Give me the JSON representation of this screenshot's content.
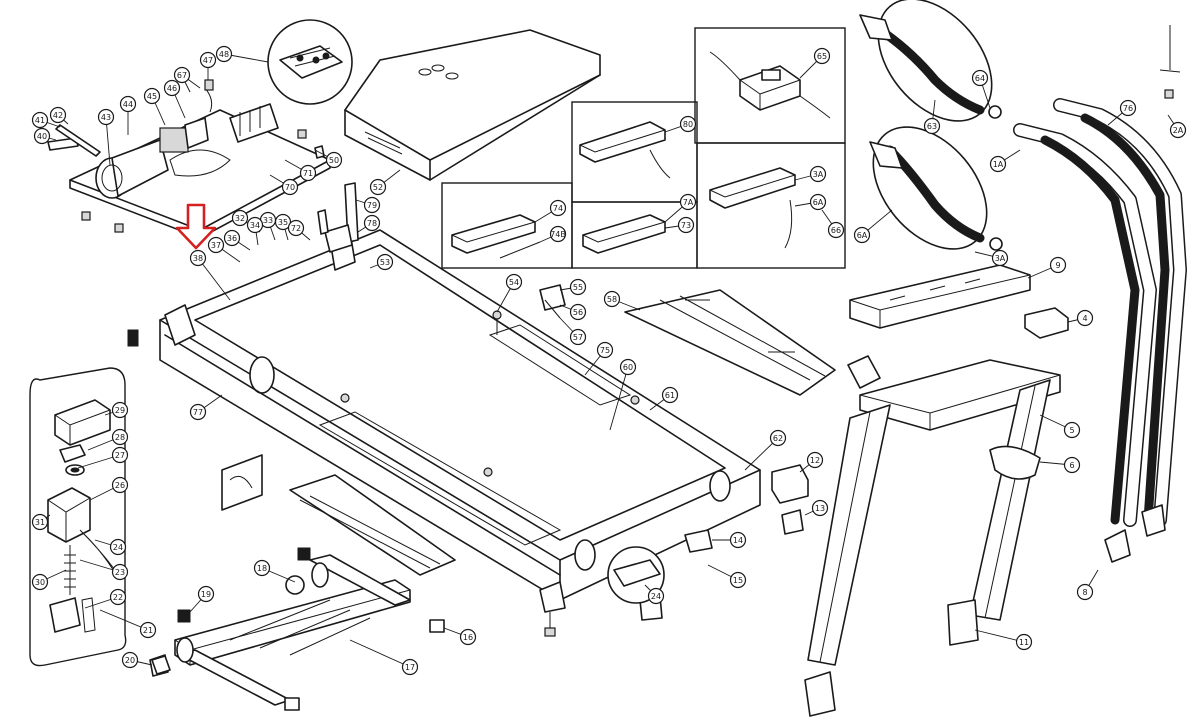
{
  "callouts": [
    {
      "label": "1A"
    },
    {
      "label": "2A"
    },
    {
      "label": "3A"
    },
    {
      "label": "4"
    },
    {
      "label": "5"
    },
    {
      "label": "6"
    },
    {
      "label": "8"
    },
    {
      "label": "9"
    },
    {
      "label": "11"
    },
    {
      "label": "12"
    },
    {
      "label": "13"
    },
    {
      "label": "14"
    },
    {
      "label": "15"
    },
    {
      "label": "16"
    },
    {
      "label": "17"
    },
    {
      "label": "18"
    },
    {
      "label": "19"
    },
    {
      "label": "20"
    },
    {
      "label": "21"
    },
    {
      "label": "22"
    },
    {
      "label": "23"
    },
    {
      "label": "24"
    },
    {
      "label": "24"
    },
    {
      "label": "26"
    },
    {
      "label": "27"
    },
    {
      "label": "28"
    },
    {
      "label": "29"
    },
    {
      "label": "30"
    },
    {
      "label": "31"
    },
    {
      "label": "32"
    },
    {
      "label": "33"
    },
    {
      "label": "34"
    },
    {
      "label": "35"
    },
    {
      "label": "36"
    },
    {
      "label": "37"
    },
    {
      "label": "38"
    },
    {
      "label": "40"
    },
    {
      "label": "41"
    },
    {
      "label": "42"
    },
    {
      "label": "43"
    },
    {
      "label": "44"
    },
    {
      "label": "45"
    },
    {
      "label": "46"
    },
    {
      "label": "47"
    },
    {
      "label": "48"
    },
    {
      "label": "50"
    },
    {
      "label": "52"
    },
    {
      "label": "53"
    },
    {
      "label": "54"
    },
    {
      "label": "55"
    },
    {
      "label": "56"
    },
    {
      "label": "57"
    },
    {
      "label": "58"
    },
    {
      "label": "60"
    },
    {
      "label": "61"
    },
    {
      "label": "62"
    },
    {
      "label": "63"
    },
    {
      "label": "64"
    },
    {
      "label": "65"
    },
    {
      "label": "66"
    },
    {
      "label": "67"
    },
    {
      "label": "70"
    },
    {
      "label": "71"
    },
    {
      "label": "72"
    },
    {
      "label": "73"
    },
    {
      "label": "74"
    },
    {
      "label": "74B"
    },
    {
      "label": "75"
    },
    {
      "label": "76"
    },
    {
      "label": "77"
    },
    {
      "label": "78"
    },
    {
      "label": "79"
    },
    {
      "label": "80"
    },
    {
      "label": "3A"
    },
    {
      "label": "6A"
    },
    {
      "label": "7A"
    },
    {
      "label": "6A"
    }
  ],
  "highlight": {
    "color": "#d42020",
    "shape": "down-arrow"
  },
  "colors": {
    "line": "#1a1a1a",
    "background": "#ffffff"
  }
}
